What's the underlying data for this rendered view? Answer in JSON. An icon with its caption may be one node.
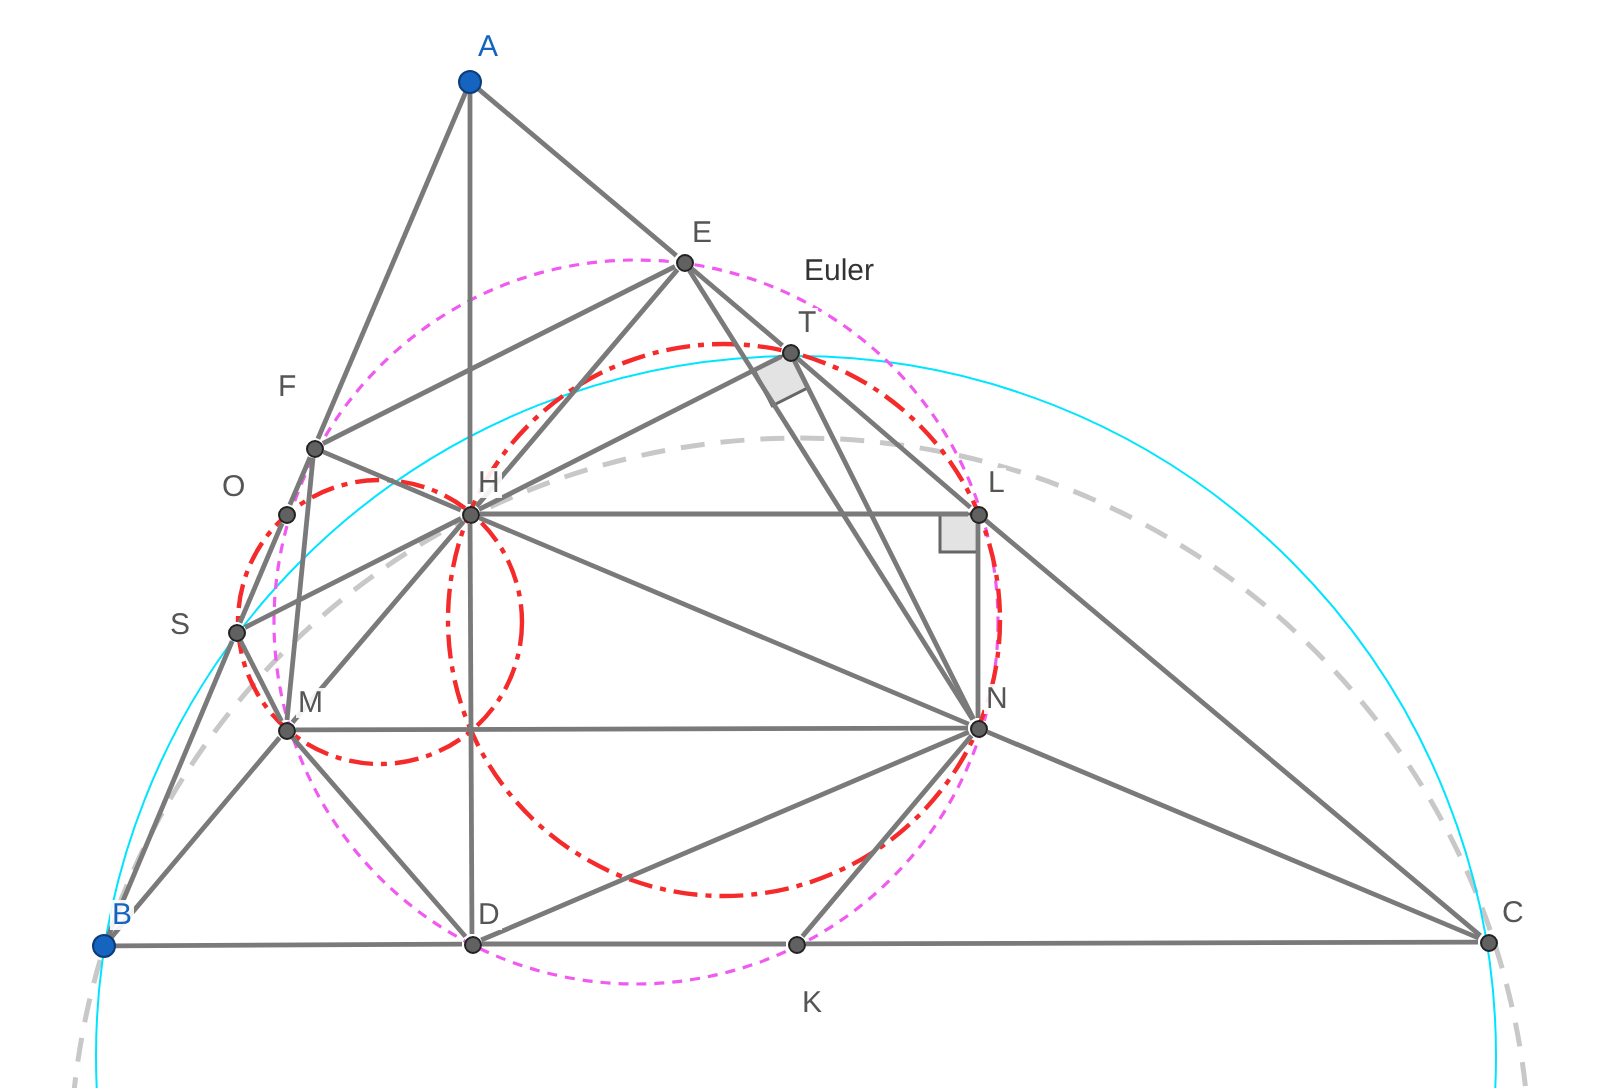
{
  "diagram": {
    "nodes": [
      {
        "text": [],
        "shape": "circle",
        "beside": [
          "A"
        ]
      },
      {
        "text": [],
        "shape": "circle",
        "beside": [
          "E"
        ]
      },
      {
        "text": [],
        "shape": "circle",
        "beside": [
          "T"
        ]
      },
      {
        "text": [],
        "shape": "circle",
        "beside": [
          "F"
        ]
      },
      {
        "text": [],
        "shape": "circle",
        "beside": [
          "O"
        ]
      },
      {
        "text": [],
        "shape": "circle",
        "beside": [
          "H"
        ]
      },
      {
        "text": [],
        "shape": "circle",
        "beside": [
          "L"
        ]
      },
      {
        "text": [],
        "shape": "circle",
        "beside": [
          "S"
        ]
      },
      {
        "text": [],
        "shape": "circle",
        "beside": [
          "M"
        ]
      },
      {
        "text": [],
        "shape": "circle",
        "beside": [
          "N"
        ]
      },
      {
        "text": [],
        "shape": "circle",
        "beside": [
          "B"
        ]
      },
      {
        "text": [],
        "shape": "circle",
        "beside": [
          "D"
        ]
      },
      {
        "text": [],
        "shape": "circle",
        "beside": [
          "K"
        ]
      },
      {
        "text": [],
        "shape": "circle",
        "beside": [
          "C"
        ]
      }
    ],
    "edges": [
      {
        "from": 0,
        "to": 3,
        "arrow": "none"
      },
      {
        "from": 3,
        "to": 4,
        "arrow": "none"
      },
      {
        "from": 4,
        "to": 7,
        "arrow": "none"
      },
      {
        "from": 7,
        "to": 10,
        "arrow": "none"
      },
      {
        "from": 0,
        "to": 1,
        "arrow": "none"
      },
      {
        "from": 1,
        "to": 2,
        "arrow": "none"
      },
      {
        "from": 2,
        "to": 6,
        "arrow": "none"
      },
      {
        "from": 6,
        "to": 13,
        "arrow": "none"
      },
      {
        "from": 10,
        "to": 11,
        "arrow": "none"
      },
      {
        "from": 11,
        "to": 12,
        "arrow": "none"
      },
      {
        "from": 12,
        "to": 13,
        "arrow": "none"
      },
      {
        "from": 0,
        "to": 5,
        "arrow": "none"
      },
      {
        "from": 5,
        "to": 11,
        "arrow": "none"
      },
      {
        "from": 3,
        "to": 5,
        "arrow": "none"
      },
      {
        "from": 5,
        "to": 9,
        "arrow": "none"
      },
      {
        "from": 9,
        "to": 13,
        "arrow": "none"
      },
      {
        "from": 1,
        "to": 3,
        "arrow": "none"
      },
      {
        "from": 1,
        "to": 5,
        "arrow": "none"
      },
      {
        "from": 1,
        "to": 9,
        "arrow": "none"
      },
      {
        "from": 5,
        "to": 2,
        "arrow": "none"
      },
      {
        "from": 5,
        "to": 6,
        "arrow": "none"
      },
      {
        "from": 6,
        "to": 9,
        "arrow": "none"
      },
      {
        "from": 2,
        "to": 9,
        "arrow": "none"
      },
      {
        "from": 11,
        "to": 9,
        "arrow": "none"
      },
      {
        "from": 9,
        "to": 12,
        "arrow": "none"
      },
      {
        "from": 10,
        "to": 8,
        "arrow": "none"
      },
      {
        "from": 8,
        "to": 11,
        "arrow": "none"
      },
      {
        "from": 8,
        "to": 9,
        "arrow": "none"
      },
      {
        "from": 8,
        "to": 5,
        "arrow": "none"
      },
      {
        "from": 3,
        "to": 8,
        "arrow": "none"
      },
      {
        "from": 7,
        "to": 8,
        "arrow": "none"
      },
      {
        "from": 7,
        "to": 5,
        "arrow": "none"
      }
    ],
    "labels": [
      "Euler"
    ]
  }
}
